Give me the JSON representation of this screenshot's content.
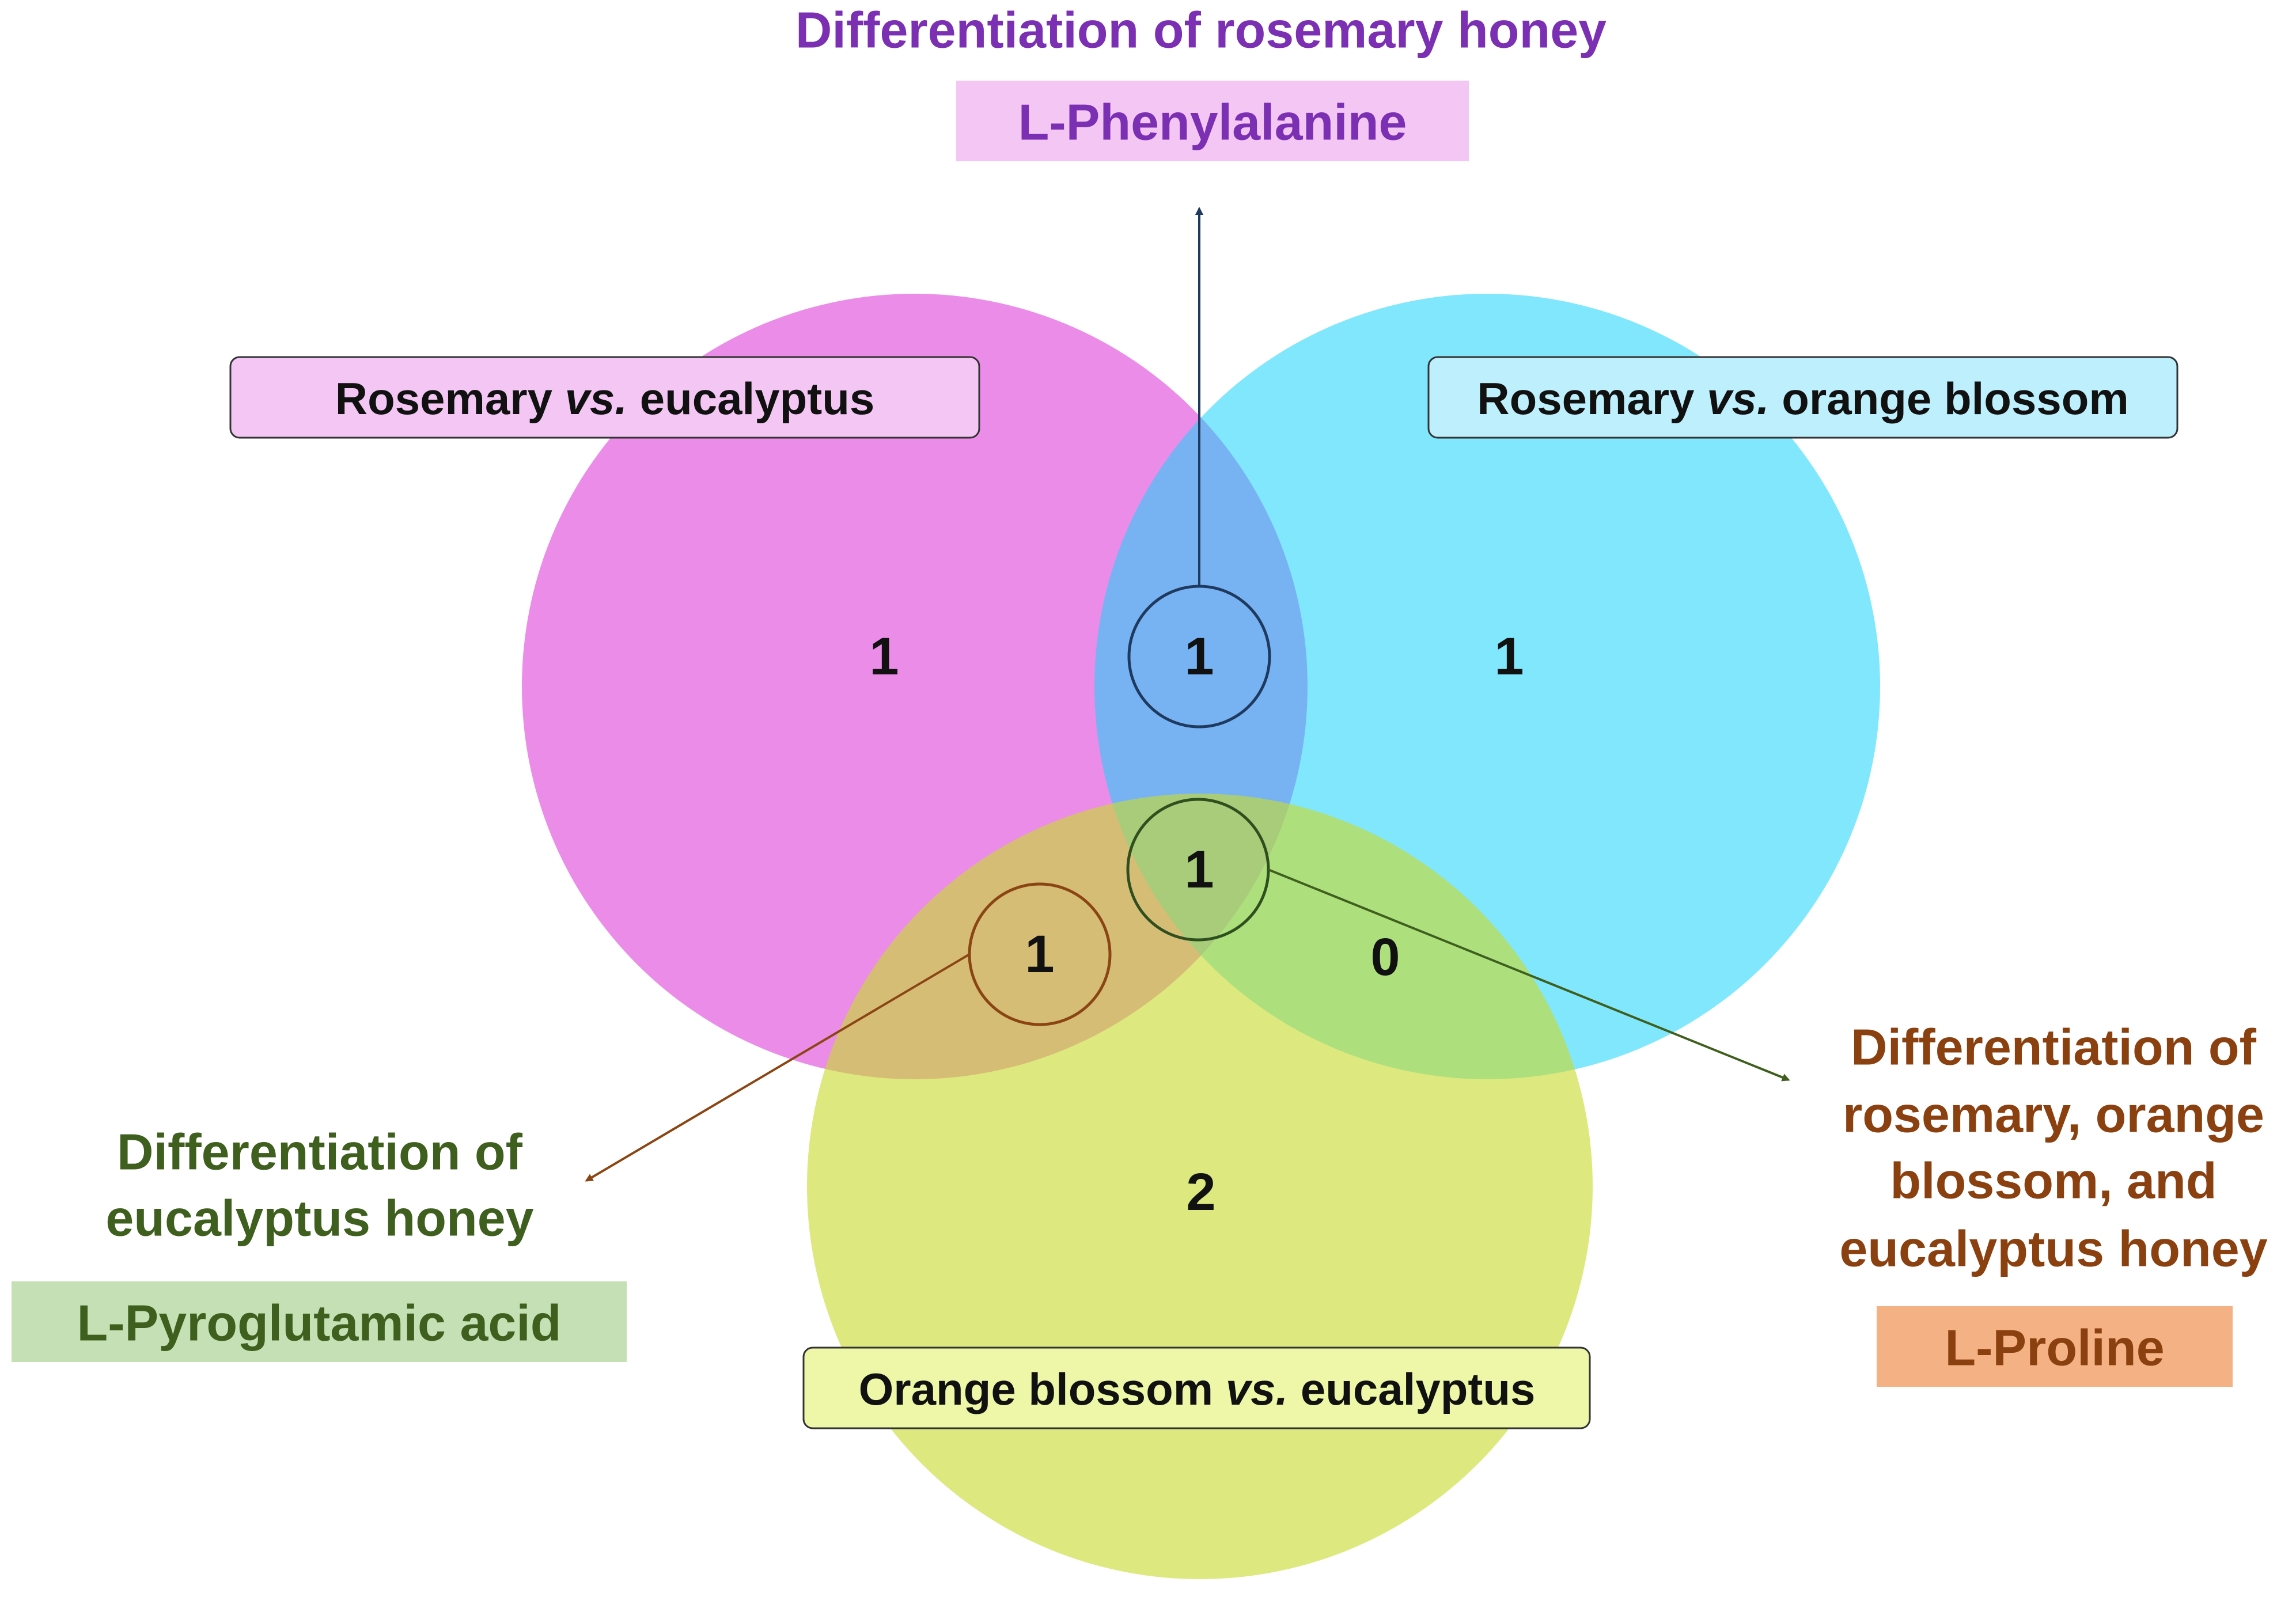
{
  "sets": [
    {
      "id": "rose_euc",
      "label_prefix": "Rosemary ",
      "label_vs": "vs.",
      "label_suffix": " eucalyptus",
      "color": "#E040DB",
      "label_box_color": "#F4C6F4"
    },
    {
      "id": "rose_orange",
      "label_prefix": "Rosemary ",
      "label_vs": "vs.",
      "label_suffix": " orange blossom",
      "color": "#18D3FB",
      "label_box_color": "#BDEFFD"
    },
    {
      "id": "orange_euc",
      "label_prefix": "Orange blossom ",
      "label_vs": "vs.",
      "label_suffix": " eucalyptus",
      "color": "#C8DB2E",
      "label_box_color": "#EDF7A7"
    }
  ],
  "regions": {
    "only_rose_euc": "1",
    "only_rose_orange": "1",
    "only_orange_euc": "2",
    "rose_euc_and_rose_orange": "1",
    "rose_euc_and_orange_euc": "1",
    "rose_orange_and_orange_euc": "0",
    "all_three": "1"
  },
  "callouts": {
    "top": {
      "heading": "Differentiation of rosemary honey",
      "compound": "L-Phenylalanine",
      "heading_color": "#7B2FB2",
      "box_color": "#F4C6F4",
      "arrow_color": "#1F3A5F"
    },
    "left": {
      "heading_lines": [
        "Differentiation of",
        "eucalyptus honey"
      ],
      "compound": "L-Pyroglutamic acid",
      "heading_color": "#3F5F1E",
      "box_color": "#C5E0B4",
      "arrow_color": "#8B4513"
    },
    "right": {
      "heading_lines": [
        "Differentiation of",
        "rosemary, orange",
        "blossom, and",
        "eucalyptus honey"
      ],
      "compound": "L-Proline",
      "heading_color": "#8B4010",
      "box_color": "#F4B183",
      "arrow_color": "#3F5F1E"
    }
  }
}
